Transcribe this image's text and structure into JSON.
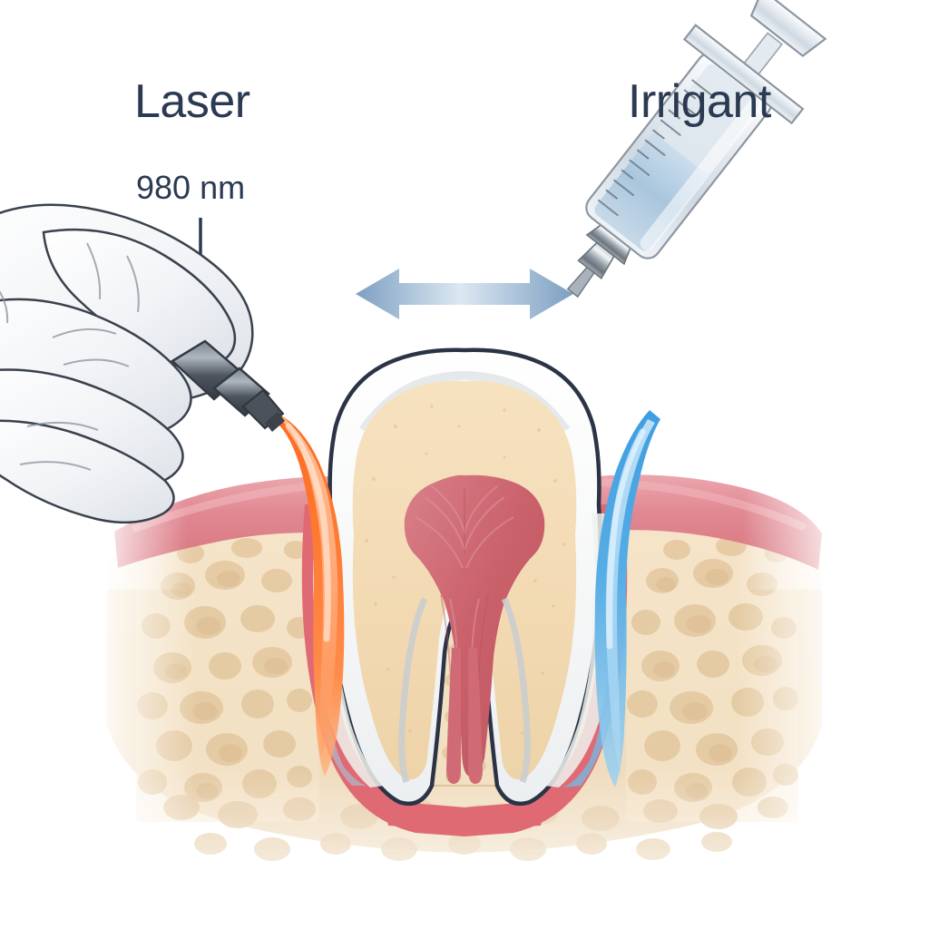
{
  "illustration": {
    "title": "Laser-assisted periodontal pocket therapy with irrigation",
    "background_color": "#ffffff",
    "label_color": "#2b3a52"
  },
  "labels": {
    "laser": "Laser",
    "wavelength": "980 nm",
    "irrigant": "Irrigant"
  },
  "annotations": {
    "leader_line": {
      "name": "wavelength-leader-line",
      "from": "980 nm",
      "to": "laser-handpiece"
    },
    "arrow": {
      "name": "bidirectional-arrow",
      "meaning": "alternating / back-and-forth between laser and irrigant",
      "color": "#7d9fc2"
    }
  },
  "colors": {
    "enamel": "#fdfdfb",
    "enamel_shadow": "#e9ecef",
    "enamel_outline": "#2b3346",
    "dentin": "#f4ddb8",
    "dentin_deep": "#ecd0a4",
    "pulp": "#c9606a",
    "pulp_light": "#d98089",
    "gingiva": "#e0848f",
    "gingiva_light": "#eda6ad",
    "pdl": "#e06a74",
    "bone": "#f1dfc0",
    "bone_void": "#e3c79f",
    "laser_beam": "#ff5a1a",
    "laser_beam_light": "#ffb07a",
    "irrigant": "#4aa3e0",
    "irrigant_light": "#a8d6f2",
    "glove": "#f2f4f7",
    "glove_shade": "#c9ced6",
    "instrument_metal": "#9aa3ad",
    "instrument_dark": "#4a5059",
    "syringe_body": "#e8edf2",
    "syringe_liquid": "#a9c6de"
  },
  "elements": {
    "hand": {
      "name": "gloved-hand",
      "description": "clinician hand in white glove holding laser handpiece"
    },
    "laser_handpiece": {
      "name": "laser-handpiece",
      "description": "dental diode laser pen with fiber tip"
    },
    "syringe": {
      "name": "irrigation-syringe",
      "description": "graduated syringe with blue irrigant and blunt needle"
    },
    "tooth": {
      "name": "tooth-cross-section",
      "description": "molar cross-section: enamel, dentin, pulp chamber, two roots"
    },
    "gingiva": {
      "name": "gingiva",
      "description": "gum tissue over alveolar bone"
    },
    "bone": {
      "name": "alveolar-bone",
      "description": "trabecular / cancellous bone with voids"
    },
    "laser_stream": {
      "name": "laser-beam",
      "description": "orange beam entering left periodontal pocket"
    },
    "irrigant_stream": {
      "name": "irrigant-stream",
      "description": "blue irrigant flowing into right periodontal pocket"
    },
    "pocket_left": {
      "name": "periodontal-pocket-left"
    },
    "pocket_right": {
      "name": "periodontal-pocket-right"
    }
  }
}
